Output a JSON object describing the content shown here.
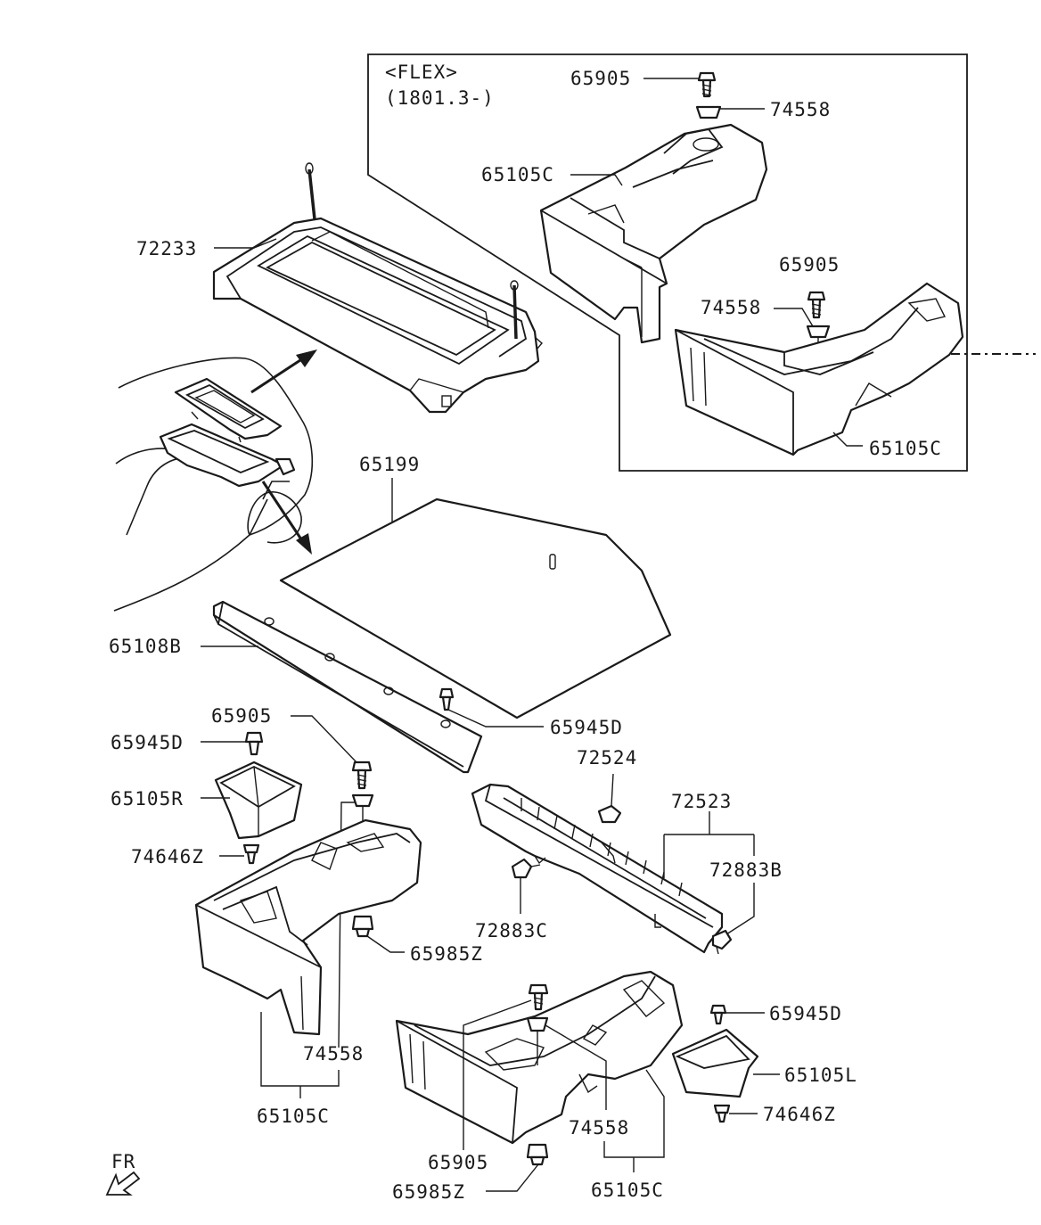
{
  "inset": {
    "title": "<FLEX>",
    "subtitle": "(1801.3-)"
  },
  "labels": {
    "l_65905_top": "65905",
    "l_74558_top": "74558",
    "l_65105c_inset1": "65105C",
    "l_65905_inset": "65905",
    "l_74558_inset": "74558",
    "l_65105c_inset2": "65105C",
    "l_72233": "72233",
    "l_65199": "65199",
    "l_65108b": "65108B",
    "l_65945d_mid": "65945D",
    "l_65905_left": "65905",
    "l_65945d_left": "65945D",
    "l_65105r": "65105R",
    "l_74646z_left": "74646Z",
    "l_65985z_left": "65985Z",
    "l_74558_left": "74558",
    "l_65105c_left": "65105C",
    "l_72524": "72524",
    "l_72523": "72523",
    "l_72883b": "72883B",
    "l_72883c": "72883C",
    "l_65945d_right": "65945D",
    "l_65105l": "65105L",
    "l_74646z_right": "74646Z",
    "l_74558_bottom": "74558",
    "l_65905_bottom": "65905",
    "l_65105c_bottom": "65105C",
    "l_65985z_bottom": "65985Z",
    "l_fr": "FR"
  },
  "colors": {
    "line": "#1a1a1a",
    "background": "#ffffff"
  }
}
